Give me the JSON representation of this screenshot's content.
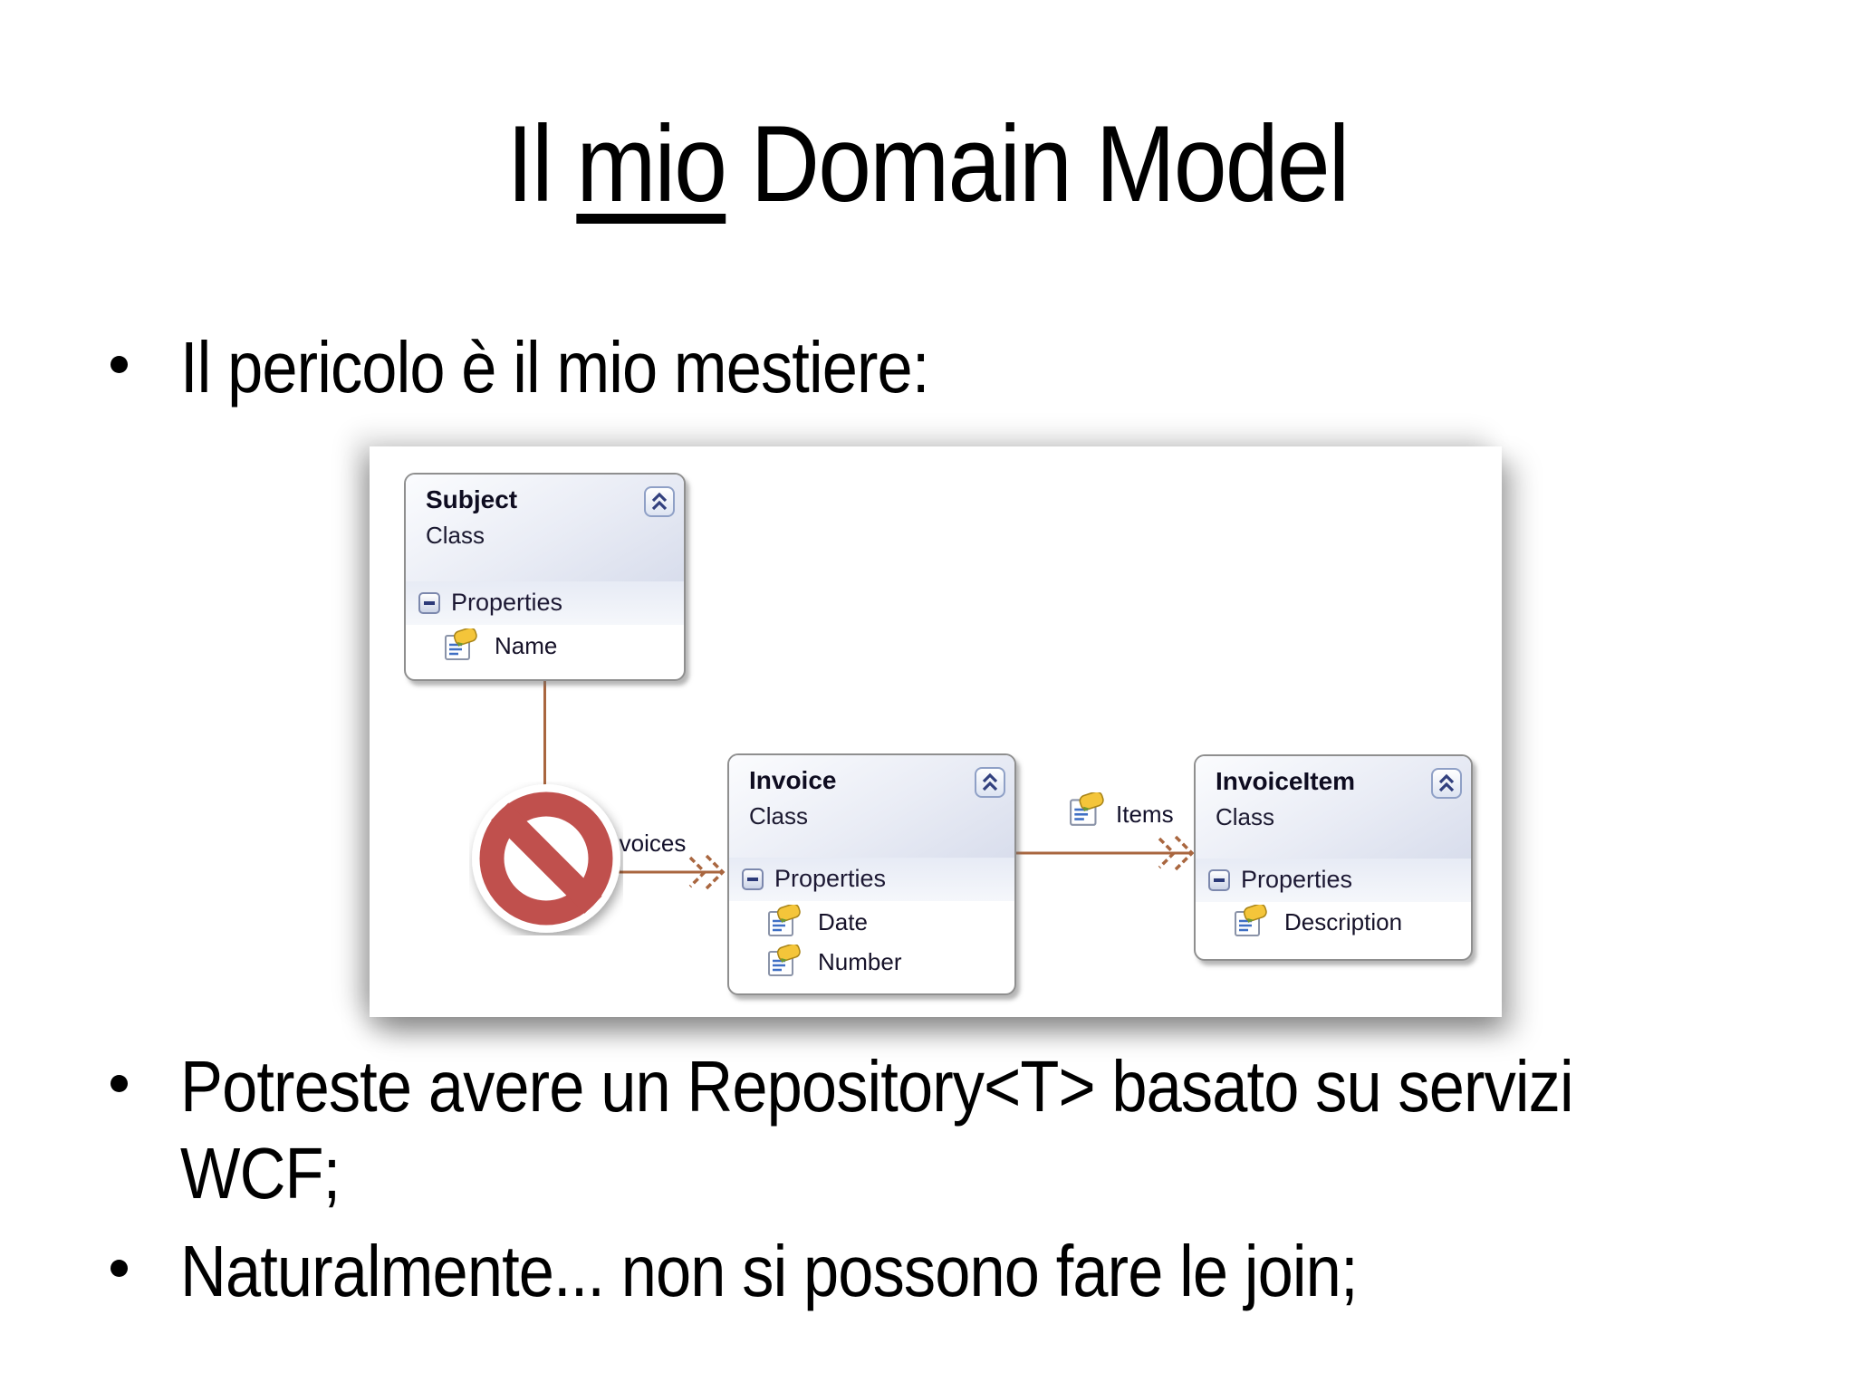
{
  "slide": {
    "title": {
      "pre": "Il ",
      "underlined": "mio",
      "post": " Domain Model"
    },
    "bullets": [
      {
        "lines": [
          "Il pericolo è il mio mestiere:",
          ""
        ]
      },
      {
        "lines": [
          "Potreste avere un Repository<T> basato su servizi",
          "WCF;"
        ]
      },
      {
        "lines": [
          "Naturalmente... non si possono fare le join;",
          ""
        ]
      }
    ]
  },
  "diagram": {
    "classes": [
      {
        "name": "Subject",
        "stereotype": "Class",
        "section_label": "Properties",
        "properties": [
          "Name"
        ]
      },
      {
        "name": "Invoice",
        "stereotype": "Class",
        "section_label": "Properties",
        "properties": [
          "Date",
          "Number"
        ]
      },
      {
        "name": "InvoiceItem",
        "stereotype": "Class",
        "section_label": "Properties",
        "properties": [
          "Description"
        ]
      }
    ],
    "associations": [
      {
        "label": "Invoices"
      },
      {
        "label": "Items"
      }
    ],
    "icons": {
      "collapse": "double-chevron-up-icon",
      "expander": "minus-icon",
      "property": "property-icon",
      "prohibition": "no-entry-icon"
    },
    "colors": {
      "connector": "#a9663f",
      "node_border": "#8f8f8f",
      "header_tint": "#d8ddec",
      "prohibition_red": "#c0504d",
      "chevron_blue": "#32407e"
    }
  }
}
